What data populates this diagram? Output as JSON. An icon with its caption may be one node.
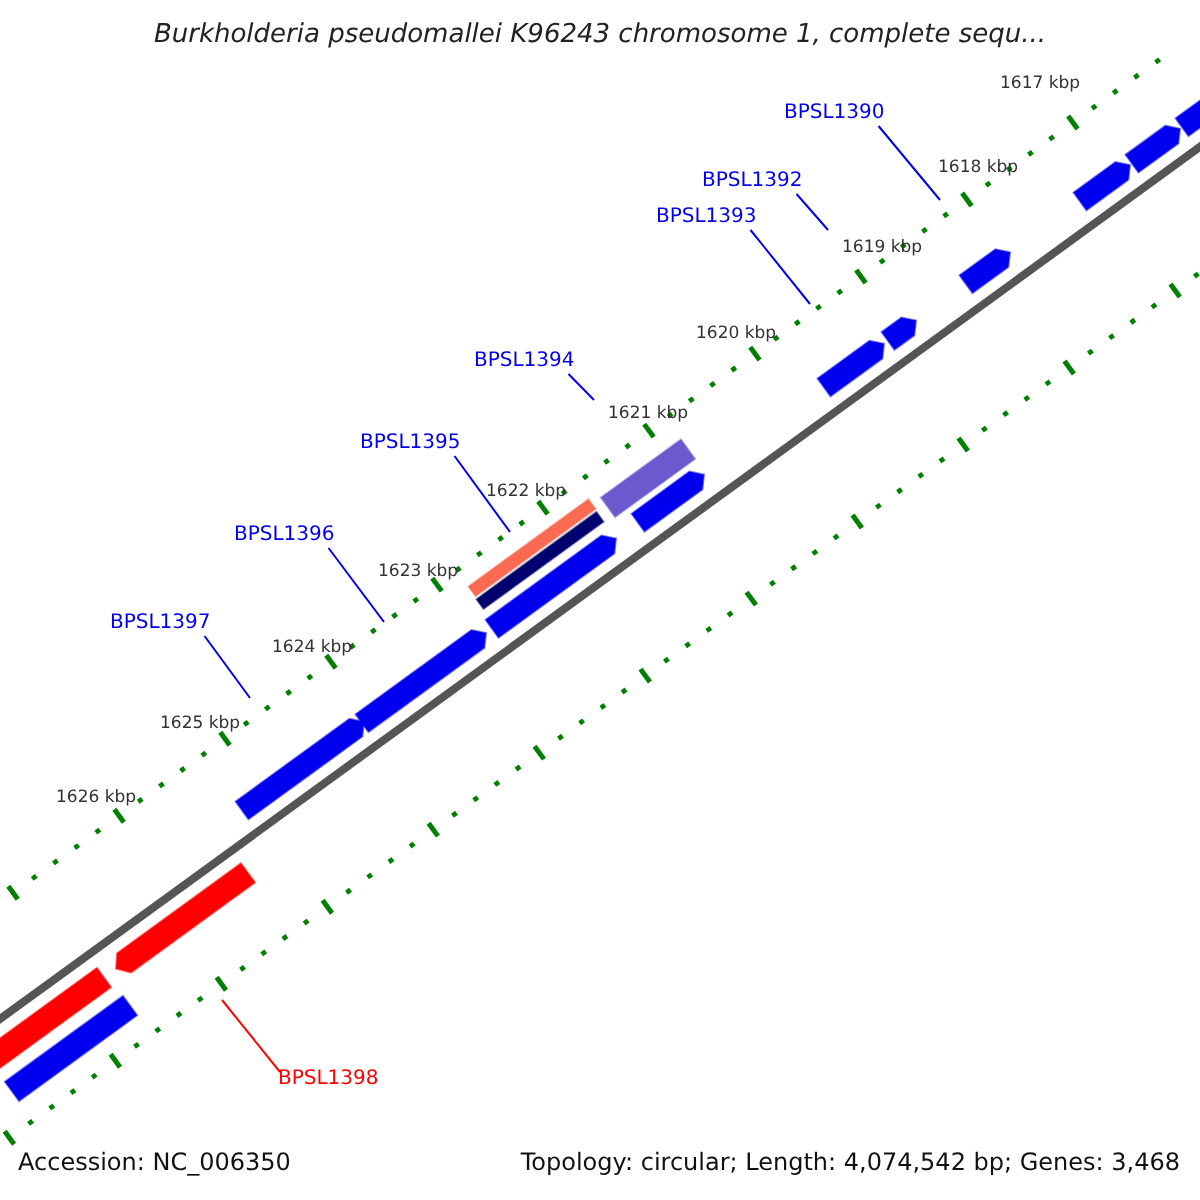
{
  "diagram": {
    "title": "Burkholderia pseudomallei K96243 chromosome 1, complete sequ...",
    "nodes": [
      {
        "text": [
          "BPSL1390"
        ]
      },
      {
        "text": [
          "BPSL1392"
        ]
      },
      {
        "text": [
          "BPSL1393"
        ]
      },
      {
        "text": [
          "BPSL1394"
        ]
      },
      {
        "text": [
          "BPSL1395"
        ]
      },
      {
        "text": [
          "BPSL1396"
        ]
      },
      {
        "text": [
          "BPSL1397"
        ]
      },
      {
        "text": [
          "BPSL1398"
        ]
      }
    ],
    "edges": [
      {
        "from": 0,
        "to": null,
        "arrow": "none"
      },
      {
        "from": 1,
        "to": null,
        "arrow": "none"
      },
      {
        "from": 2,
        "to": null,
        "arrow": "none"
      },
      {
        "from": 3,
        "to": null,
        "arrow": "none"
      },
      {
        "from": 4,
        "to": null,
        "arrow": "none"
      },
      {
        "from": 5,
        "to": null,
        "arrow": "none"
      },
      {
        "from": 6,
        "to": null,
        "arrow": "none"
      },
      {
        "from": 7,
        "to": null,
        "arrow": "none",
        "color": "#ff0000"
      }
    ],
    "labels": [
      "1617 kbp",
      "1618 kbp",
      "1619 kbp",
      "1620 kbp",
      "1621 kbp",
      "1622 kbp",
      "1623 kbp",
      "1624 kbp",
      "1625 kbp",
      "1626 kbp",
      "Accession: NC_006350",
      "Topology: circular; Length: 4,074,542 bp; Genes: 3,468"
    ]
  }
}
